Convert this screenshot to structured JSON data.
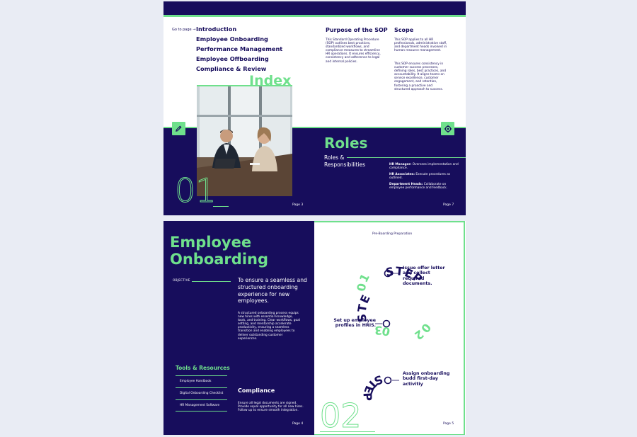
{
  "page1": {
    "goto_label": "Go to page →",
    "toc": [
      "Introduction",
      "Employee Onboarding",
      "Performance Management",
      "Employee Offboarding",
      "Compliance & Review"
    ],
    "index_title": "Index",
    "section_number": "01",
    "page_left": "Page 3",
    "page_right": "Page 7",
    "purpose": {
      "heading": "Purpose of the SOP",
      "text": "This Standard Operating Procedure (SOP) outlines best practices, standardized workflows, and compliance measures to streamline HR operations. It ensures efficiency, consistency and adherence to legal and internal policies."
    },
    "scope": {
      "heading": "Scope",
      "text1": "This SOP applies to all HR professionals, administrative staff, and department heads involved in human resource management.",
      "text2": "This SOP ensures consistency in customer success processes, defining roles, best practices, and accountability. It aligns teams on service excellence, customer engagement, and retention, fostering a proactive and structured approach to success."
    },
    "roles": {
      "heading": "Roles",
      "sub_line1": "Roles &",
      "sub_line2": "Responsibilities",
      "items": [
        {
          "role": "HR Manager:",
          "desc": " Oversees implementation and compliance."
        },
        {
          "role": "HR Associates:",
          "desc": " Execute procedures as outlined."
        },
        {
          "role": "Department Heads:",
          "desc": " Collaborate on employee performance and feedback."
        }
      ]
    },
    "icons": {
      "edit": "edit-icon",
      "settings": "gear-icon"
    }
  },
  "page2": {
    "title_line1": "Employee",
    "title_line2": "Onboarding",
    "objective_label": "OBJECTIVE",
    "objective_text": "To ensure a seamless and structured onboarding experience for new employees.",
    "objective_body": "A structured onboarding process equips new hires with essential knowledge, tools, and training. Clear workflows, goal setting, and mentorship accelerate productivity, ensuring a seamless transition and enabling employees to deliver outstanding customer experiences.",
    "tools_heading": "Tools & Resources",
    "tools": [
      "Employee Handbook",
      "Digital Onboarding Checklist",
      "HR Management Software"
    ],
    "compliance_heading": "Compliance",
    "compliance_text": "Ensure all legal documents are signed. Provide equal opportunity for all new hires. Follow up to ensure smooth integration.",
    "page_left": "Page 4",
    "page_right": "Page 5",
    "preboarding_label": "Pre-Boarding Preparation",
    "section_number": "02",
    "steps": [
      {
        "label": "STEP",
        "num": "01",
        "text": "Issue offer letter and collect required documents."
      },
      {
        "label": "STEP",
        "num": "02",
        "text": "Set up employee profiles in HRIS."
      },
      {
        "label": "STEP",
        "num": "03",
        "text": "Assign onboarding budd first-day activitiy"
      }
    ]
  },
  "colors": {
    "navy": "#170d5c",
    "green": "#6fe08c",
    "background": "#e9ecf4"
  }
}
